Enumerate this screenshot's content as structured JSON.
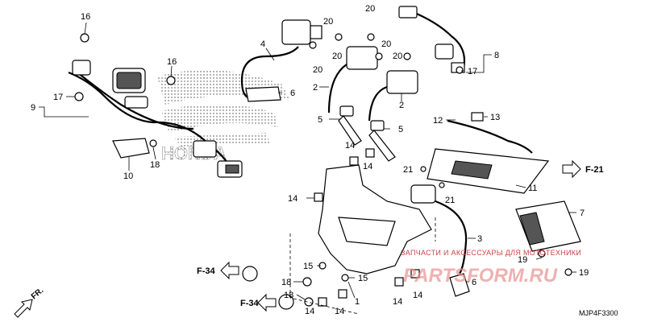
{
  "diagram": {
    "watermark_line1": "ЗАПЧАСТИ И АКСЕССУАРЫ ДЛЯ МОТОТЕХНИКИ",
    "watermark_line2": "PARTSFORM.RU",
    "brand_text": "HONDA",
    "diagram_code": "MJP4F3300",
    "direction_label": "FR.",
    "ref_f21": "F-21",
    "ref_f34_top": "F-34",
    "ref_f34_bottom": "F-34"
  },
  "callouts": [
    {
      "id": "c16a",
      "text": "16"
    },
    {
      "id": "c16b",
      "text": "16"
    },
    {
      "id": "c17a",
      "text": "17"
    },
    {
      "id": "c9",
      "text": "9"
    },
    {
      "id": "c10",
      "text": "10"
    },
    {
      "id": "c18a",
      "text": "18"
    },
    {
      "id": "c4",
      "text": "4"
    },
    {
      "id": "c6a",
      "text": "6"
    },
    {
      "id": "c20a",
      "text": "20"
    },
    {
      "id": "c20b",
      "text": "20"
    },
    {
      "id": "c20c",
      "text": "20"
    },
    {
      "id": "c20d",
      "text": "20"
    },
    {
      "id": "c20e",
      "text": "20"
    },
    {
      "id": "c20f",
      "text": "20"
    },
    {
      "id": "c2a",
      "text": "2"
    },
    {
      "id": "c2b",
      "text": "2"
    },
    {
      "id": "c5a",
      "text": "5"
    },
    {
      "id": "c5b",
      "text": "5"
    },
    {
      "id": "c8",
      "text": "8"
    },
    {
      "id": "c17b",
      "text": "17"
    },
    {
      "id": "c12",
      "text": "12"
    },
    {
      "id": "c13",
      "text": "13"
    },
    {
      "id": "c11",
      "text": "11"
    },
    {
      "id": "c14a",
      "text": "14"
    },
    {
      "id": "c14b",
      "text": "14"
    },
    {
      "id": "c14c",
      "text": "14"
    },
    {
      "id": "c21a",
      "text": "21"
    },
    {
      "id": "c21b",
      "text": "21"
    },
    {
      "id": "c7",
      "text": "7"
    },
    {
      "id": "c3",
      "text": "3"
    },
    {
      "id": "c19a",
      "text": "19"
    },
    {
      "id": "c19b",
      "text": "19"
    },
    {
      "id": "c15a",
      "text": "15"
    },
    {
      "id": "c15b",
      "text": "15"
    },
    {
      "id": "c18b",
      "text": "18"
    },
    {
      "id": "c18c",
      "text": "18"
    },
    {
      "id": "c1",
      "text": "1"
    },
    {
      "id": "c14d",
      "text": "14"
    },
    {
      "id": "c14e",
      "text": "14"
    },
    {
      "id": "c14f",
      "text": "14"
    },
    {
      "id": "c14g",
      "text": "14"
    },
    {
      "id": "c6b",
      "text": "6"
    }
  ]
}
